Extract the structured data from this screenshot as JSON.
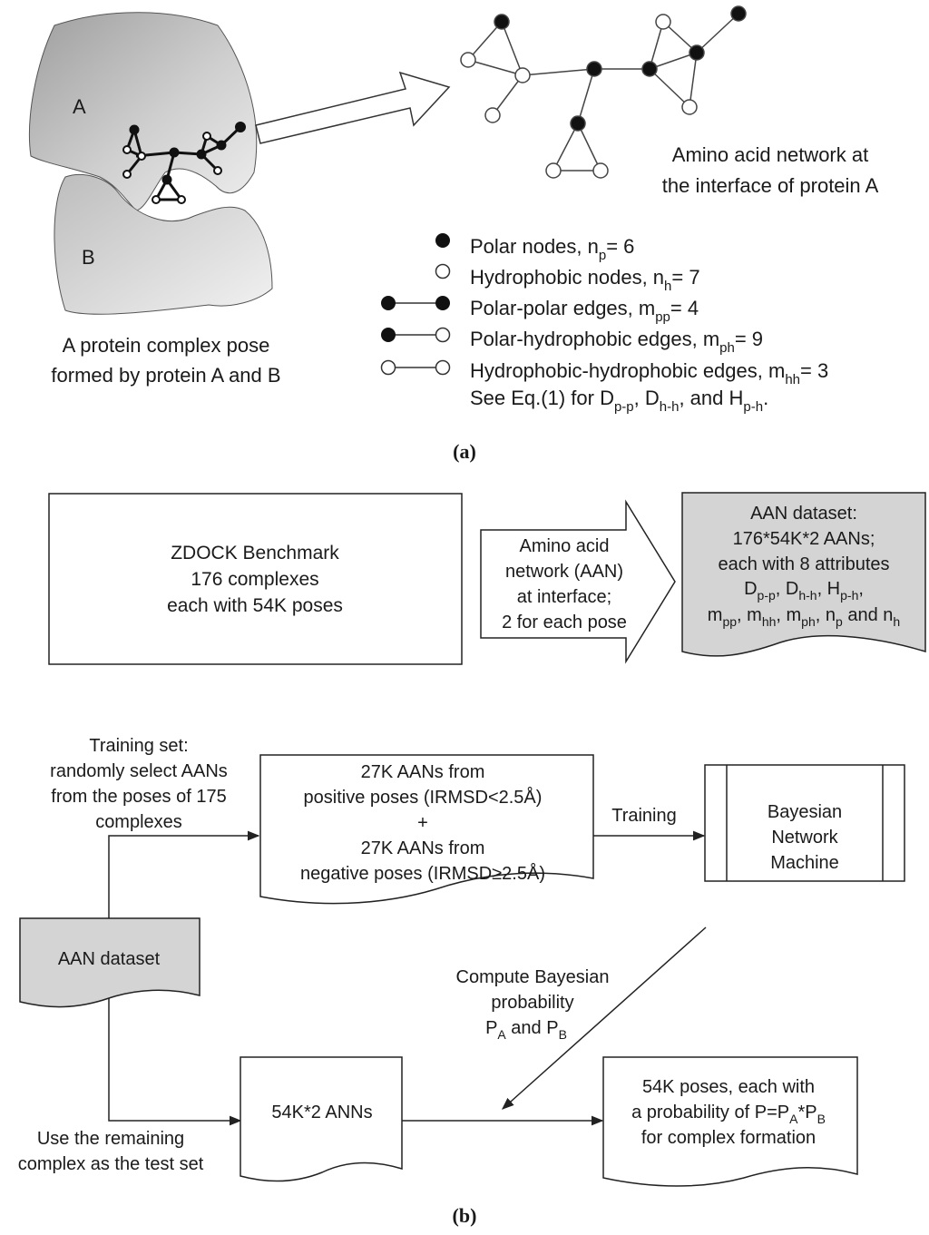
{
  "panel_a": {
    "label": "(a)",
    "protein_a_label": "A",
    "protein_b_label": "B",
    "caption_lines": [
      "A protein complex pose",
      "formed by protein A and B"
    ],
    "network_title_lines": [
      "Amino acid network at",
      "the interface of protein A"
    ],
    "legend": [
      {
        "kind": "polar-node",
        "text": "Polar nodes, n",
        "sub": "p",
        "tail": "= 6"
      },
      {
        "kind": "hydrophobic-node",
        "text": "Hydrophobic nodes, n",
        "sub": "h",
        "tail": "= 7"
      },
      {
        "kind": "pp-edge",
        "text": "Polar-polar edges, m",
        "sub": "pp",
        "tail": "= 4"
      },
      {
        "kind": "ph-edge",
        "text": "Polar-hydrophobic edges, m",
        "sub": "ph",
        "tail": "= 9"
      },
      {
        "kind": "hh-edge",
        "text": "Hydrophobic-hydrophobic edges, m",
        "sub": "hh",
        "tail": "= 3"
      }
    ],
    "equation_note": {
      "pre": "See Eq.(1) for D",
      "s1": "p-p",
      "m1": ", D",
      "s2": "h-h",
      "m2": ", and H",
      "s3": "p-h",
      "end": "."
    }
  },
  "panel_b": {
    "label": "(b)",
    "zdock_lines": [
      "ZDOCK Benchmark",
      "176 complexes",
      "each with 54K poses"
    ],
    "arrow_lines": [
      "Amino acid",
      "network (AAN)",
      "at interface;",
      "2 for each pose"
    ],
    "aan_dataset_lines": [
      "AAN dataset:",
      "176*54K*2 AANs;",
      "each with 8 attributes"
    ],
    "attr_line1": {
      "a": "D",
      "as": "p-p",
      "b": ", D",
      "bs": "h-h",
      "c": ", H",
      "cs": "p-h",
      "d": ","
    },
    "attr_line2": {
      "a": "m",
      "as": "pp",
      "b": ", m",
      "bs": "hh",
      "c": ", m",
      "cs": "ph",
      "d": ", n",
      "ds": "p",
      "e": " and n",
      "es": "h"
    },
    "training_set_lines": [
      "Training set:",
      "randomly select AANs",
      "from the poses of 175",
      "complexes"
    ],
    "train_doc_lines": [
      "27K  AANs from",
      "positive poses (IRMSD<2.5Å)",
      "+",
      "27K  AANs from",
      "negative poses (IRMSD≥2.5Å)"
    ],
    "training_label": "Training",
    "bn_lines": [
      "Bayesian",
      "Network",
      "Machine"
    ],
    "aan_dataset_small": "AAN dataset",
    "compute_lines": [
      "Compute Bayesian",
      "probability"
    ],
    "compute_last": {
      "a": "P",
      "as": "A",
      "b": " and P",
      "bs": "B"
    },
    "test_doc": "54K*2  ANNs",
    "result_line1": "54K poses, each with",
    "result_line2": {
      "a": "a probability of P=P",
      "as": "A",
      "b": "*P",
      "bs": "B"
    },
    "result_line3": "for complex formation",
    "remaining_lines": [
      "Use the remaining",
      "complex as the test set"
    ]
  },
  "colors": {
    "polar": "#111111",
    "hydrophobic": "#ffffff",
    "box_fill": "#d4d4d4",
    "stroke": "#222222"
  }
}
